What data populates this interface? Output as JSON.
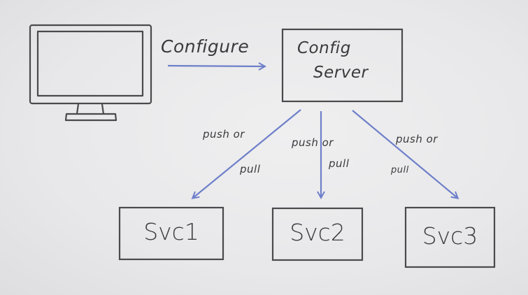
{
  "monitor": {
    "icon": "monitor-icon"
  },
  "configure_arrow": {
    "label": "Configure"
  },
  "config_server": {
    "line1": "Config",
    "line2": "Server"
  },
  "edges": [
    {
      "label_line1": "push or",
      "label_line2": "pull"
    },
    {
      "label_line1": "push or",
      "label_line2": "pull"
    },
    {
      "label_line1": "push or",
      "label_line2": "pull"
    }
  ],
  "services": [
    {
      "label": "Svc1"
    },
    {
      "label": "Svc2"
    },
    {
      "label": "Svc3"
    }
  ],
  "colors": {
    "ink": "#3a3a3c",
    "arrow": "#6e7fc9",
    "board": "#e9e9ea"
  }
}
